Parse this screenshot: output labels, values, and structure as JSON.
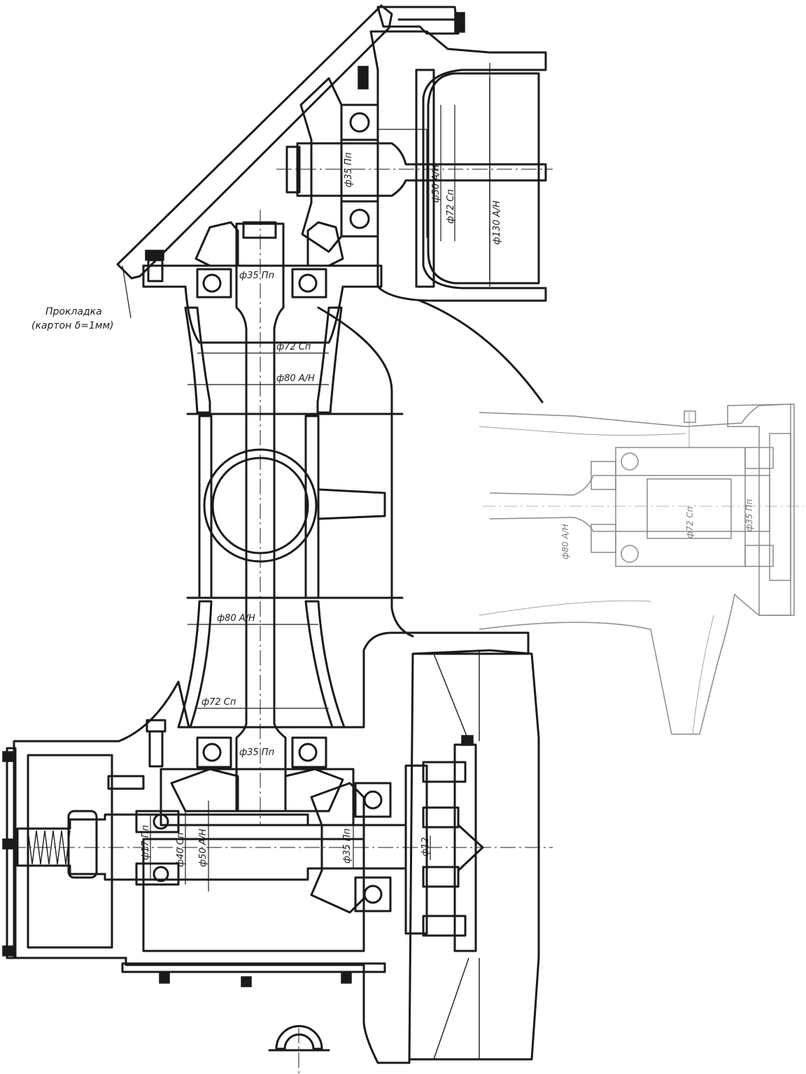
{
  "drawing": {
    "note": {
      "line1": "Прокладка",
      "line2": "(картон  δ=1мм)"
    },
    "dimensions": {
      "top_shaft": "ф35 Пп",
      "top_bearing_seat": "ф50 А/Н",
      "top_housing": "ф72 Сп",
      "top_flange": "ф130 А/Н",
      "column_upper_shaft": "ф35 Пп",
      "column_upper_seat": "ф72 Сп",
      "column_upper_bore": "ф80 А/Н",
      "column_lower_bore": "ф80 А/Н",
      "column_lower_seat": "ф72 Сп",
      "column_lower_shaft": "ф35 Пп",
      "bottom_spring_rod": "ф17 Пп",
      "bottom_seal": "ф40 Сп",
      "bottom_bearing_seat": "ф50 А/Н",
      "bottom_shaft": "ф35 Пп",
      "bottom_pin": "ф12",
      "inset_bore": "ф80 А/Н",
      "inset_seat": "ф72 Сп",
      "inset_shaft": "ф35 Пп"
    },
    "colors": {
      "ink": "#1a1a1a",
      "ghost_ink": "#8a8a8a",
      "paper": "#ffffff"
    }
  }
}
